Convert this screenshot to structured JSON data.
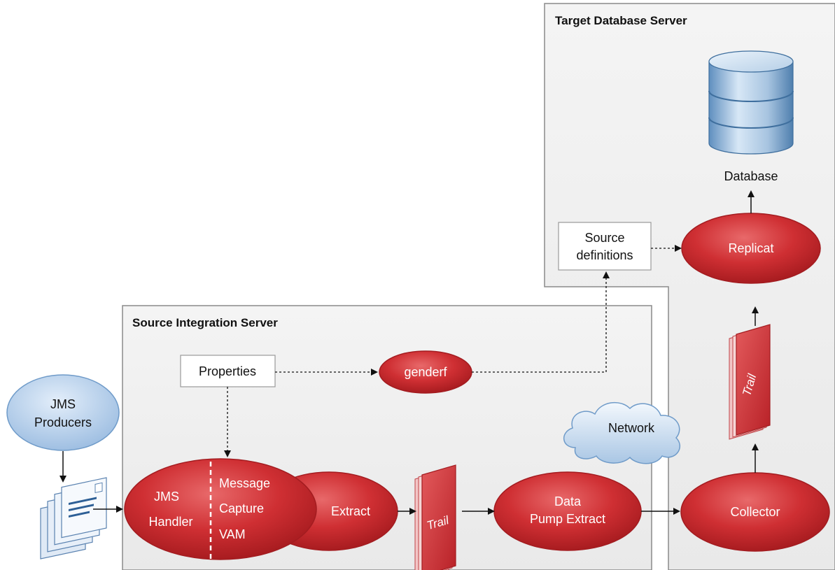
{
  "zones": {
    "target": {
      "title": "Target Database Server"
    },
    "source": {
      "title": "Source Integration Server"
    }
  },
  "nodes": {
    "database": {
      "label": "Database"
    },
    "replicat": {
      "label": "Replicat"
    },
    "source_definitions": {
      "line1": "Source",
      "line2": "definitions"
    },
    "properties": {
      "label": "Properties"
    },
    "genderf": {
      "label": "genderf"
    },
    "jms_producers": {
      "line1": "JMS",
      "line2": "Producers"
    },
    "jms_handler": {
      "line1": "JMS",
      "line2": "Handler"
    },
    "message_capture_vam": {
      "line1": "Message",
      "line2": "Capture",
      "line3": "VAM"
    },
    "extract": {
      "label": "Extract"
    },
    "trail_source": {
      "label": "Trail"
    },
    "data_pump_extract": {
      "line1": "Data",
      "line2": "Pump Extract"
    },
    "network": {
      "label": "Network"
    },
    "collector": {
      "label": "Collector"
    },
    "trail_target": {
      "label": "Trail"
    }
  },
  "colors": {
    "process_red": "#c9252b",
    "process_red_light": "#e8696a",
    "jms_blue": "#b8d3ee",
    "zone_fill": "#efefef",
    "zone_border": "#8a8a8a"
  },
  "icons": {
    "database": "database-cylinder-icon",
    "messages": "message-envelopes-icon",
    "cloud": "network-cloud-icon",
    "trail": "trail-file-stack-icon"
  }
}
